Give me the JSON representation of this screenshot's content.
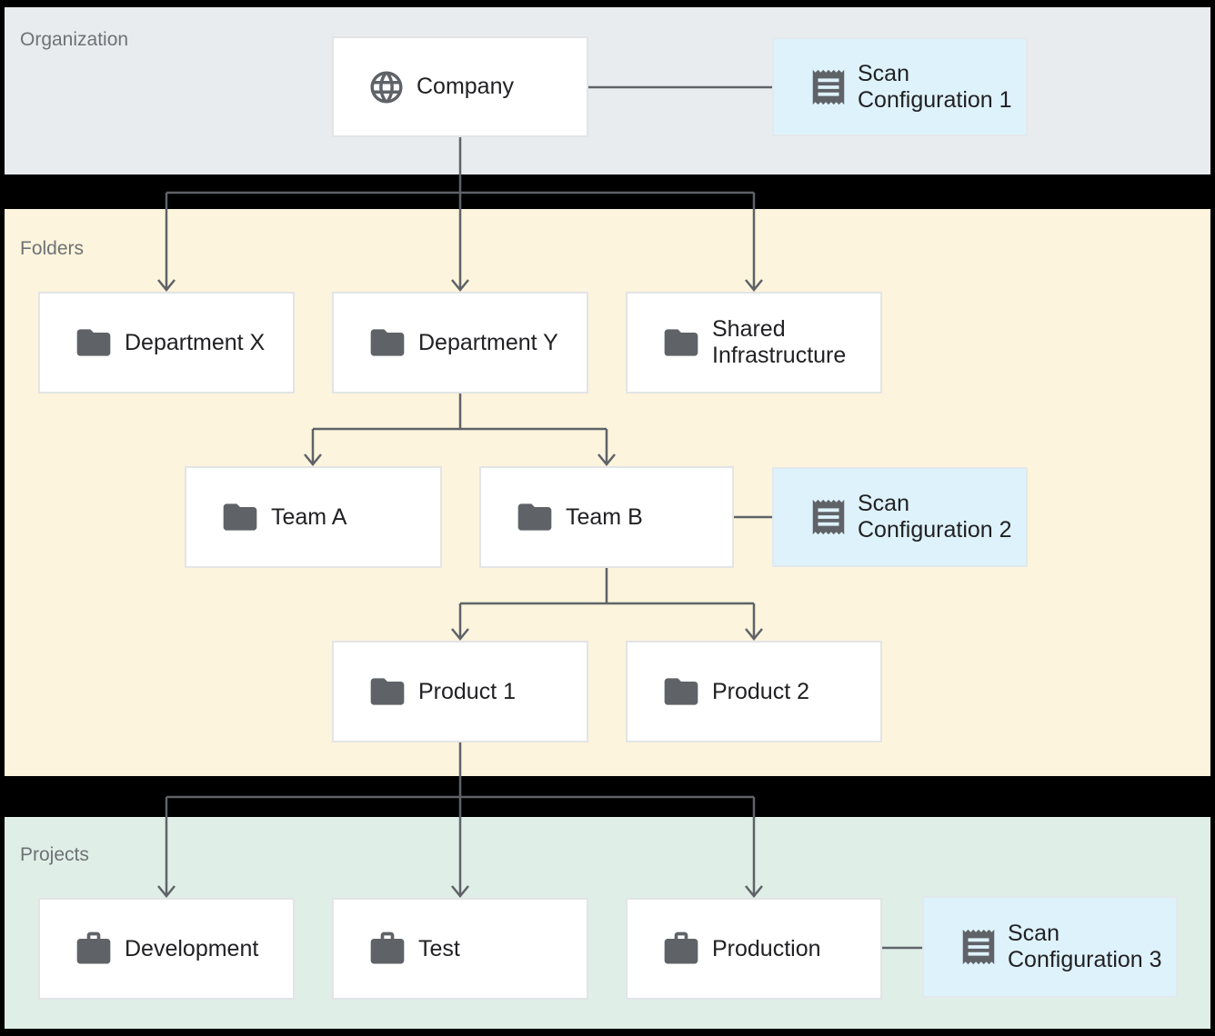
{
  "bands": {
    "organization": {
      "label": "Organization"
    },
    "folders": {
      "label": "Folders"
    },
    "projects": {
      "label": "Projects"
    }
  },
  "nodes": {
    "company": {
      "label": "Company",
      "icon": "globe-icon"
    },
    "scan_config_1": {
      "label": "Scan Configuration 1",
      "icon": "receipt-icon"
    },
    "department_x": {
      "label": "Department X",
      "icon": "folder-icon"
    },
    "department_y": {
      "label": "Department Y",
      "icon": "folder-icon"
    },
    "shared_infrastructure": {
      "label": "Shared Infrastructure",
      "icon": "folder-icon"
    },
    "team_a": {
      "label": "Team A",
      "icon": "folder-icon"
    },
    "team_b": {
      "label": "Team B",
      "icon": "folder-icon"
    },
    "scan_config_2": {
      "label": "Scan Configuration 2",
      "icon": "receipt-icon"
    },
    "product_1": {
      "label": "Product 1",
      "icon": "folder-icon"
    },
    "product_2": {
      "label": "Product 2",
      "icon": "folder-icon"
    },
    "development": {
      "label": "Development",
      "icon": "briefcase-icon"
    },
    "test": {
      "label": "Test",
      "icon": "briefcase-icon"
    },
    "production": {
      "label": "Production",
      "icon": "briefcase-icon"
    },
    "scan_config_3": {
      "label": "Scan Configuration 3",
      "icon": "receipt-icon"
    }
  },
  "colors": {
    "page_background": "#000000",
    "organization_band": "#e9ecee",
    "folders_band": "#fcf4dc",
    "projects_band": "#dfeee6",
    "scan_box_fill": "#def2fb",
    "scan_box_border": "#e2e9ec",
    "node_fill": "#ffffff",
    "node_border": "#e2e4e6",
    "node_text": "#212124",
    "band_label_text": "#6e7276",
    "connector": "#5f6368",
    "icon": "#5f6368"
  }
}
